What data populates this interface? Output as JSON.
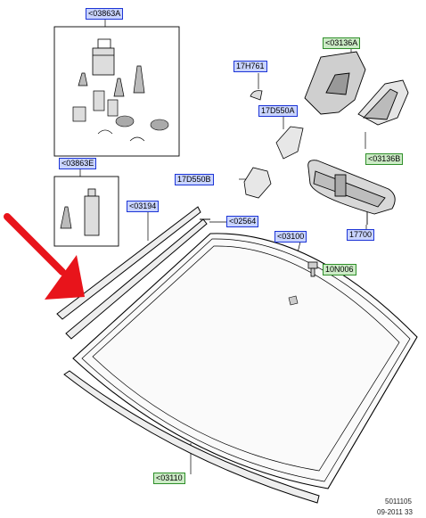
{
  "callouts": {
    "kit_a": "<03863A",
    "kit_e": "<03863E",
    "bracket_a": "<03136A",
    "bracket_b": "<03136B",
    "clip_761": "17H761",
    "mount_550a": "17D550A",
    "mount_550b": "17D550B",
    "mirror": "17700",
    "molding_side": "<03194",
    "seal_top": "<02564",
    "windshield": "<03100",
    "bolt": "10N006",
    "molding_bottom": "<03110"
  },
  "footer": {
    "ref_number": "5011105",
    "date_code": "09-2011 33"
  },
  "colors": {
    "blue_tag_fill": "#c9d4ff",
    "blue_tag_border": "#1d35d6",
    "green_tag_fill": "#ccebc6",
    "green_tag_border": "#2f8f2a",
    "arrow": "#e8141b"
  }
}
